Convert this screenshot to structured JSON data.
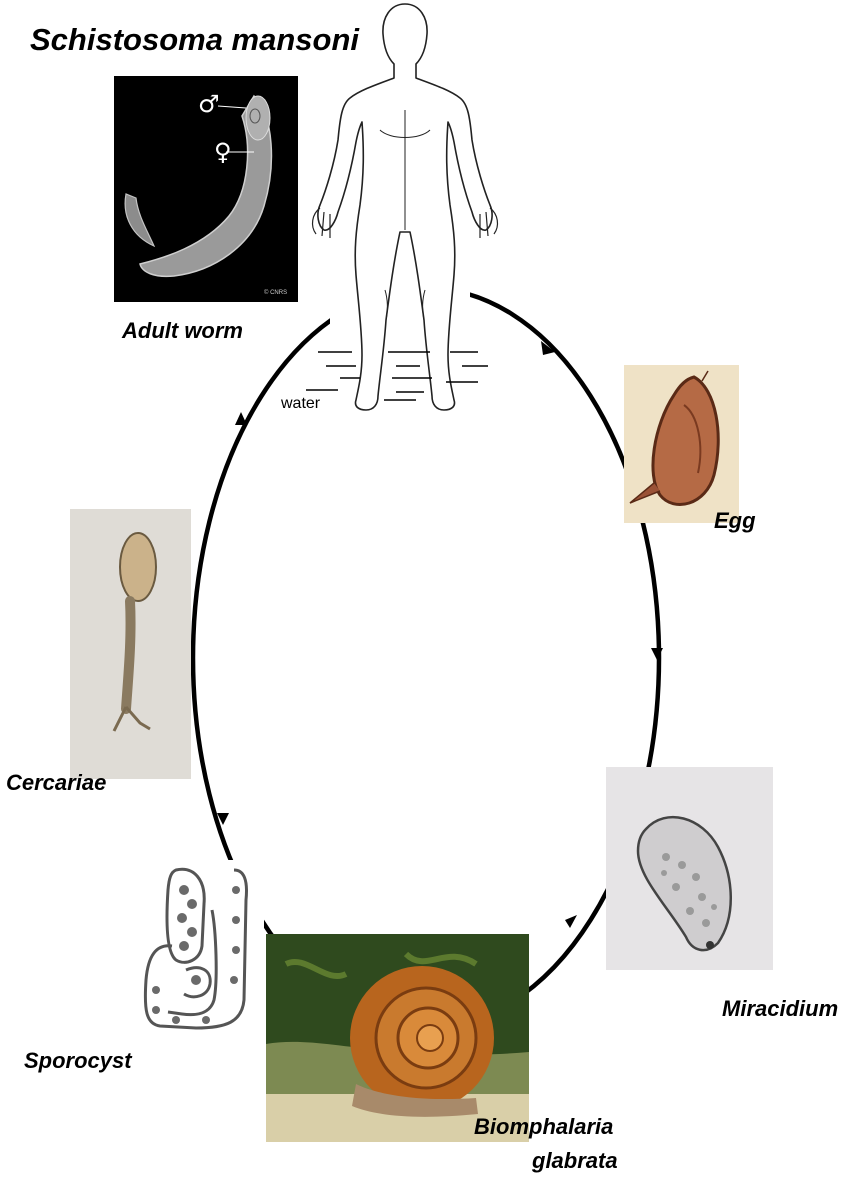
{
  "title": "Schistosoma mansoni",
  "stages": {
    "adult_worm": "Adult worm",
    "egg": "Egg",
    "miracidium": "Miracidium",
    "snail_line1": "Biomphalaria",
    "snail_line2": "glabrata",
    "sporocyst": "Sporocyst",
    "cercariae": "Cercariae"
  },
  "water_label": "water",
  "sex_symbols": {
    "male": "♂",
    "female": "♀"
  },
  "photo_credit": "© CNRS",
  "colors": {
    "cycle_line": "#000000",
    "adult_bg": "#000000",
    "egg": "#8a4a2c",
    "snail_shell": "#b8651e",
    "snail_bg": "#3f5a26"
  }
}
